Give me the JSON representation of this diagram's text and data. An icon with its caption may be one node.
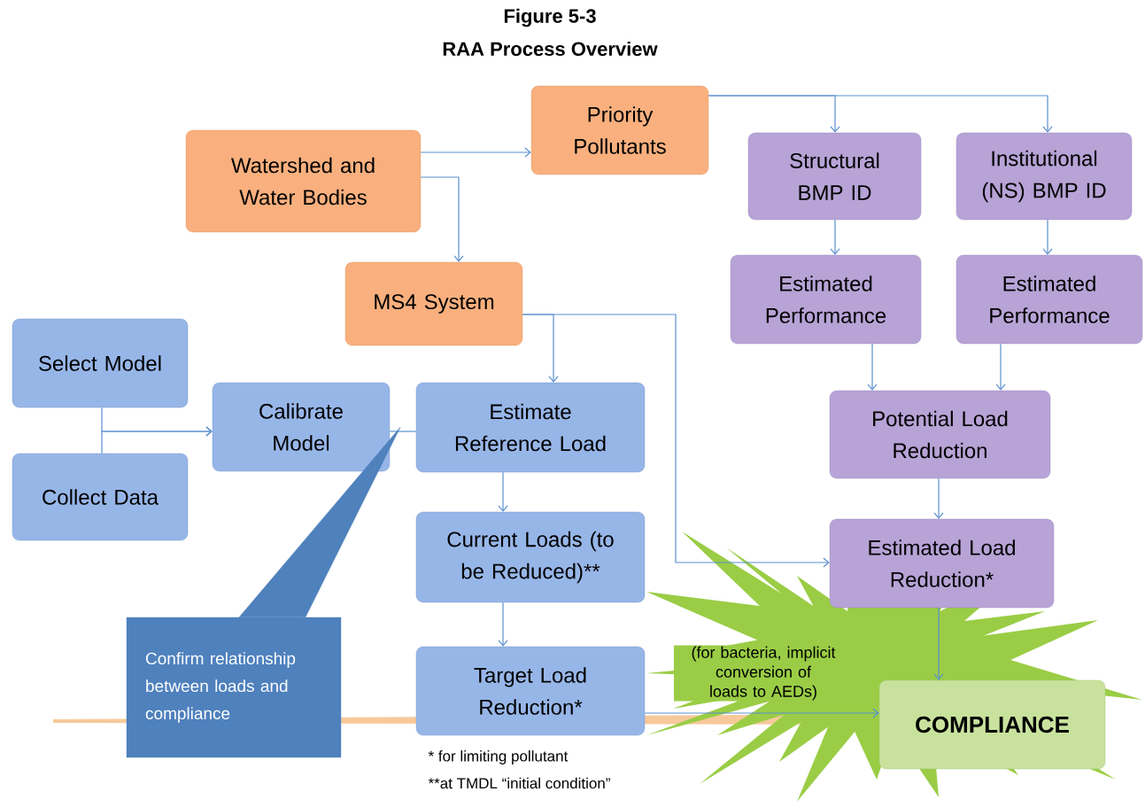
{
  "diagram": {
    "title": "RAA Process Overview",
    "nodes": [
      {
        "text": [
          "Watershed and Water Bodies"
        ]
      },
      {
        "text": [
          "Priority Pollutants"
        ]
      },
      {
        "text": [
          "MS4 System"
        ]
      },
      {
        "text": [
          "Structural BMP ID"
        ]
      },
      {
        "text": [
          "Institutional (NS) BMP ID"
        ]
      },
      {
        "text": [
          "Estimated Performance"
        ]
      },
      {
        "text": [
          "Estimated Performance"
        ]
      },
      {
        "text": [
          "Select Model"
        ]
      },
      {
        "text": [
          "Calibrate Model"
        ]
      },
      {
        "text": [
          "Estimate Reference Load"
        ]
      },
      {
        "text": [
          "Potential Load Reduction"
        ]
      },
      {
        "text": [
          "Collect Data"
        ]
      },
      {
        "text": [
          "Current Loads (to be Reduced)**"
        ]
      },
      {
        "text": [
          "Estimated Load Reduction*"
        ]
      },
      {
        "text": [
          "Confirm relationship between loads and compliance"
        ]
      },
      {
        "text": [
          "Target Load Reduction*"
        ]
      },
      {
        "text": [
          "COMPLIANCE"
        ]
      }
    ],
    "edges": [
      {
        "from": 0,
        "to": 1,
        "arrow": "to"
      },
      {
        "from": 0,
        "to": 2,
        "arrow": "to"
      },
      {
        "from": 1,
        "to": 3,
        "arrow": "to"
      },
      {
        "from": 1,
        "to": 4,
        "arrow": "to"
      },
      {
        "from": 3,
        "to": 5,
        "arrow": "to"
      },
      {
        "from": 4,
        "to": 6,
        "arrow": "to"
      },
      {
        "from": 2,
        "to": 9,
        "arrow": "to"
      },
      {
        "from": 2,
        "to": 13,
        "arrow": "to"
      },
      {
        "from": 7,
        "to": 8,
        "arrow": "to"
      },
      {
        "from": 11,
        "to": 8,
        "arrow": "to"
      },
      {
        "from": 8,
        "to": 9,
        "arrow": "none"
      },
      {
        "from": 5,
        "to": 10,
        "arrow": "to"
      },
      {
        "from": 6,
        "to": 10,
        "arrow": "to"
      },
      {
        "from": 10,
        "to": 13,
        "arrow": "to"
      },
      {
        "from": 9,
        "to": 12,
        "arrow": "to"
      },
      {
        "from": 12,
        "to": 15,
        "arrow": "to"
      },
      {
        "from": 13,
        "to": 16,
        "arrow": "to"
      },
      {
        "from": 15,
        "to": 16,
        "arrow": "to",
        "label": "(for bacteria, implicit conversion of loads to AEDs)"
      },
      {
        "from": 14,
        "to": 8,
        "arrow": "none",
        "style": "thick",
        "color": "#4f81bd"
      }
    ],
    "labels": [
      "Figure 5-3",
      "* for limiting pollutant",
      "**at TMDL “initial condition”"
    ]
  }
}
